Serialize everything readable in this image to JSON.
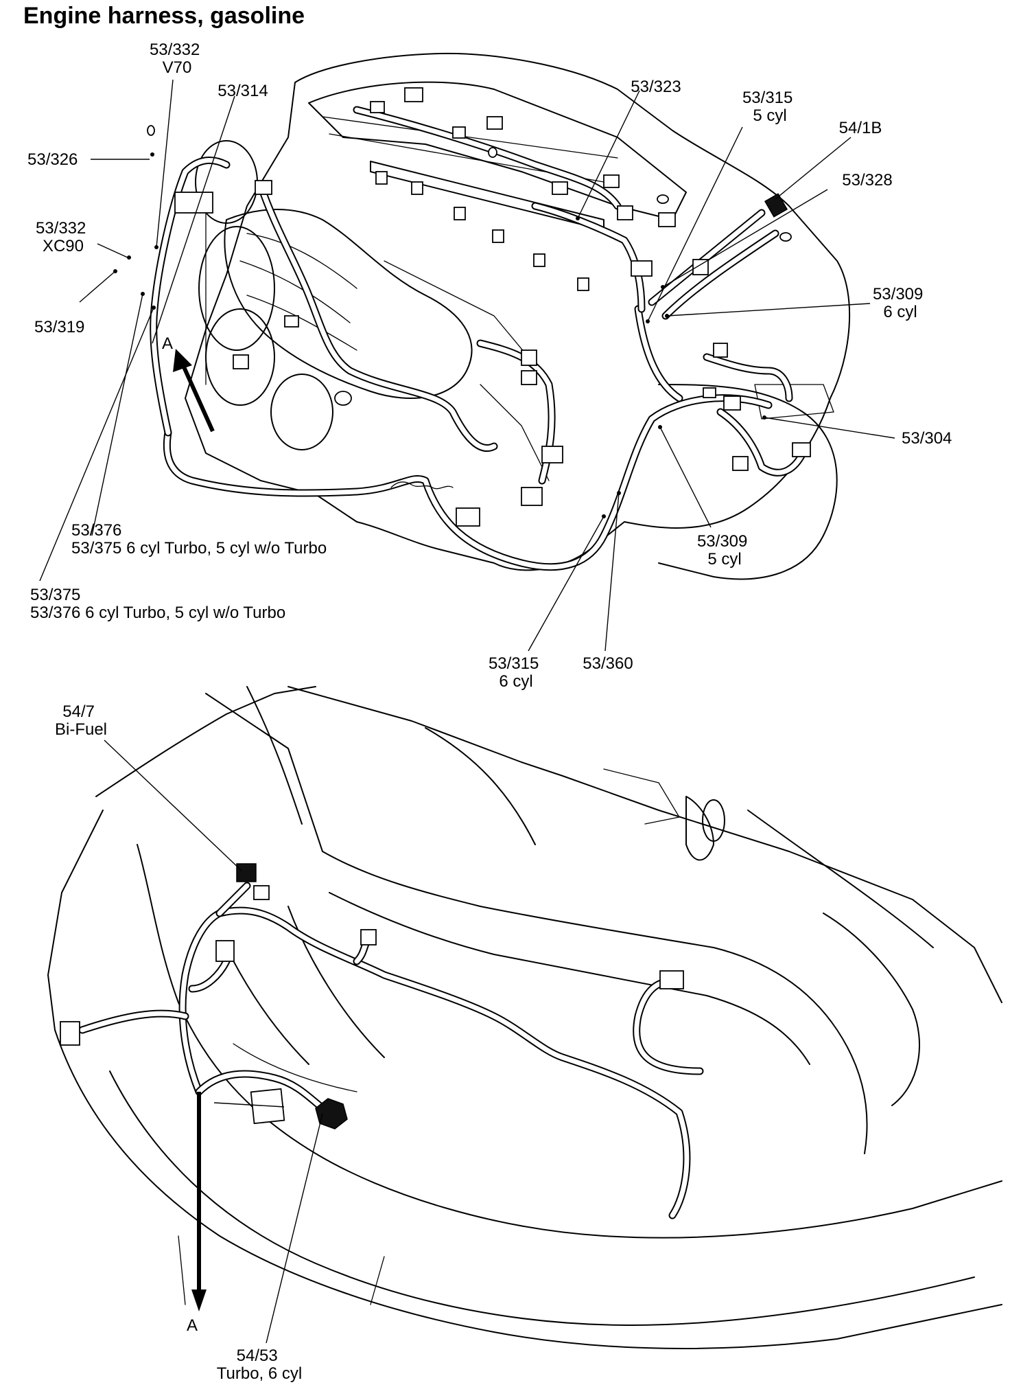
{
  "title": "Engine harness, gasoline",
  "labels": {
    "c53_332_v70": [
      "53/332",
      "V70"
    ],
    "c53_314": [
      "53/314"
    ],
    "c53_326": [
      "53/326"
    ],
    "c53_332_xc90": [
      "53/332",
      "XC90"
    ],
    "c53_319": [
      "53/319"
    ],
    "c53_323": [
      "53/323"
    ],
    "c53_315_5cyl": [
      "53/315",
      "5 cyl"
    ],
    "c54_1b": [
      "54/1B"
    ],
    "c53_328": [
      "53/328"
    ],
    "c53_309_6cyl": [
      "53/309",
      "6 cyl"
    ],
    "c53_304": [
      "53/304"
    ],
    "c53_309_5cyl": [
      "53/309",
      "5 cyl"
    ],
    "c53_376_upper": [
      "53/376",
      "53/375 6 cyl Turbo, 5 cyl w/o Turbo"
    ],
    "c53_375_lower": [
      "53/375",
      "53/376 6 cyl Turbo, 5 cyl w/o Turbo"
    ],
    "c53_315_6cyl": [
      "53/315",
      "6 cyl"
    ],
    "c53_360": [
      "53/360"
    ],
    "c54_7": [
      "54/7",
      "Bi-Fuel"
    ],
    "c54_53": [
      "54/53",
      "Turbo, 6 cyl"
    ]
  },
  "arrow_labels": {
    "upper_a": "A",
    "lower_a": "A"
  }
}
